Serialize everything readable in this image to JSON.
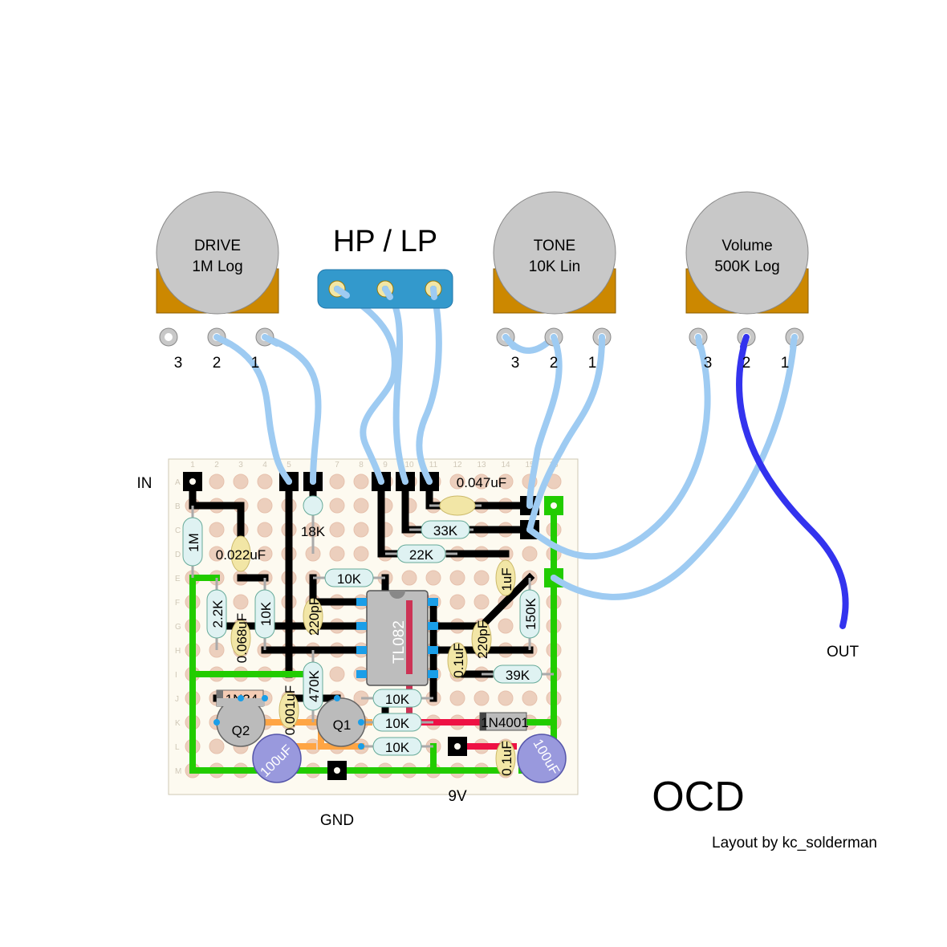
{
  "title": "OCD",
  "credit": "Layout by kc_solderman",
  "switch_label": "HP / LP",
  "pots": [
    {
      "name": "DRIVE",
      "value": "1M Log",
      "pins": [
        "3",
        "2",
        "1"
      ]
    },
    {
      "name": "TONE",
      "value": "10K Lin",
      "pins": [
        "3",
        "2",
        "1"
      ]
    },
    {
      "name": "Volume",
      "value": "500K Log",
      "pins": [
        "3",
        "2",
        "1"
      ]
    }
  ],
  "io": {
    "input": "IN",
    "output": "OUT",
    "ground": "GND",
    "power": "9V"
  },
  "board": {
    "columns": [
      "1",
      "2",
      "3",
      "4",
      "5",
      "6",
      "7",
      "8",
      "9",
      "10",
      "11",
      "12",
      "13",
      "14",
      "15",
      "16"
    ],
    "rows": [
      "A",
      "B",
      "C",
      "D",
      "E",
      "F",
      "G",
      "H",
      "I",
      "J",
      "K",
      "L",
      "M"
    ]
  },
  "components": {
    "r_1m": "1M",
    "r_18k": "18K",
    "r_33k": "33K",
    "r_22k": "22K",
    "r_10k_a": "10K",
    "r_2k2": "2.2K",
    "r_10k_b": "10K",
    "r_150k": "150K",
    "r_39k": "39K",
    "r_470k": "470K",
    "r_10k_c": "10K",
    "r_10k_d": "10K",
    "r_10k_e": "10K",
    "c_0047": "0.047uF",
    "c_0022": "0.022uF",
    "c_0068": "0.068uF",
    "c_220p_a": "220pF",
    "c_220p_b": "220pF",
    "c_1uf": "1uF",
    "c_01uf_a": "0.1uF",
    "c_0001": "0.001uF",
    "c_01uf_b": "0.1uF",
    "cap_100uf_a": "100uF",
    "cap_100uf_b": "100uF",
    "ic": "TL082",
    "diode_1n34": "1N34",
    "diode_1n4001": "1N4001",
    "q1": "Q1",
    "q2": "Q2"
  },
  "colors": {
    "board": "#fdfaf0",
    "hole": "#eccfbd",
    "black_wire": "#000000",
    "green_wire": "#22cc00",
    "red_wire": "#ee1144",
    "orange_wire": "#ffa544",
    "light_blue_wire": "#9ecbf2",
    "blue_wire": "#3333ee",
    "pot_knob": "#c8c8c8",
    "pot_body": "#cc8800",
    "switch": "#3399cc",
    "resistor": "#dff2f2",
    "ceramic_cap": "#f2e6a6",
    "electrolytic": "#9999dd"
  }
}
